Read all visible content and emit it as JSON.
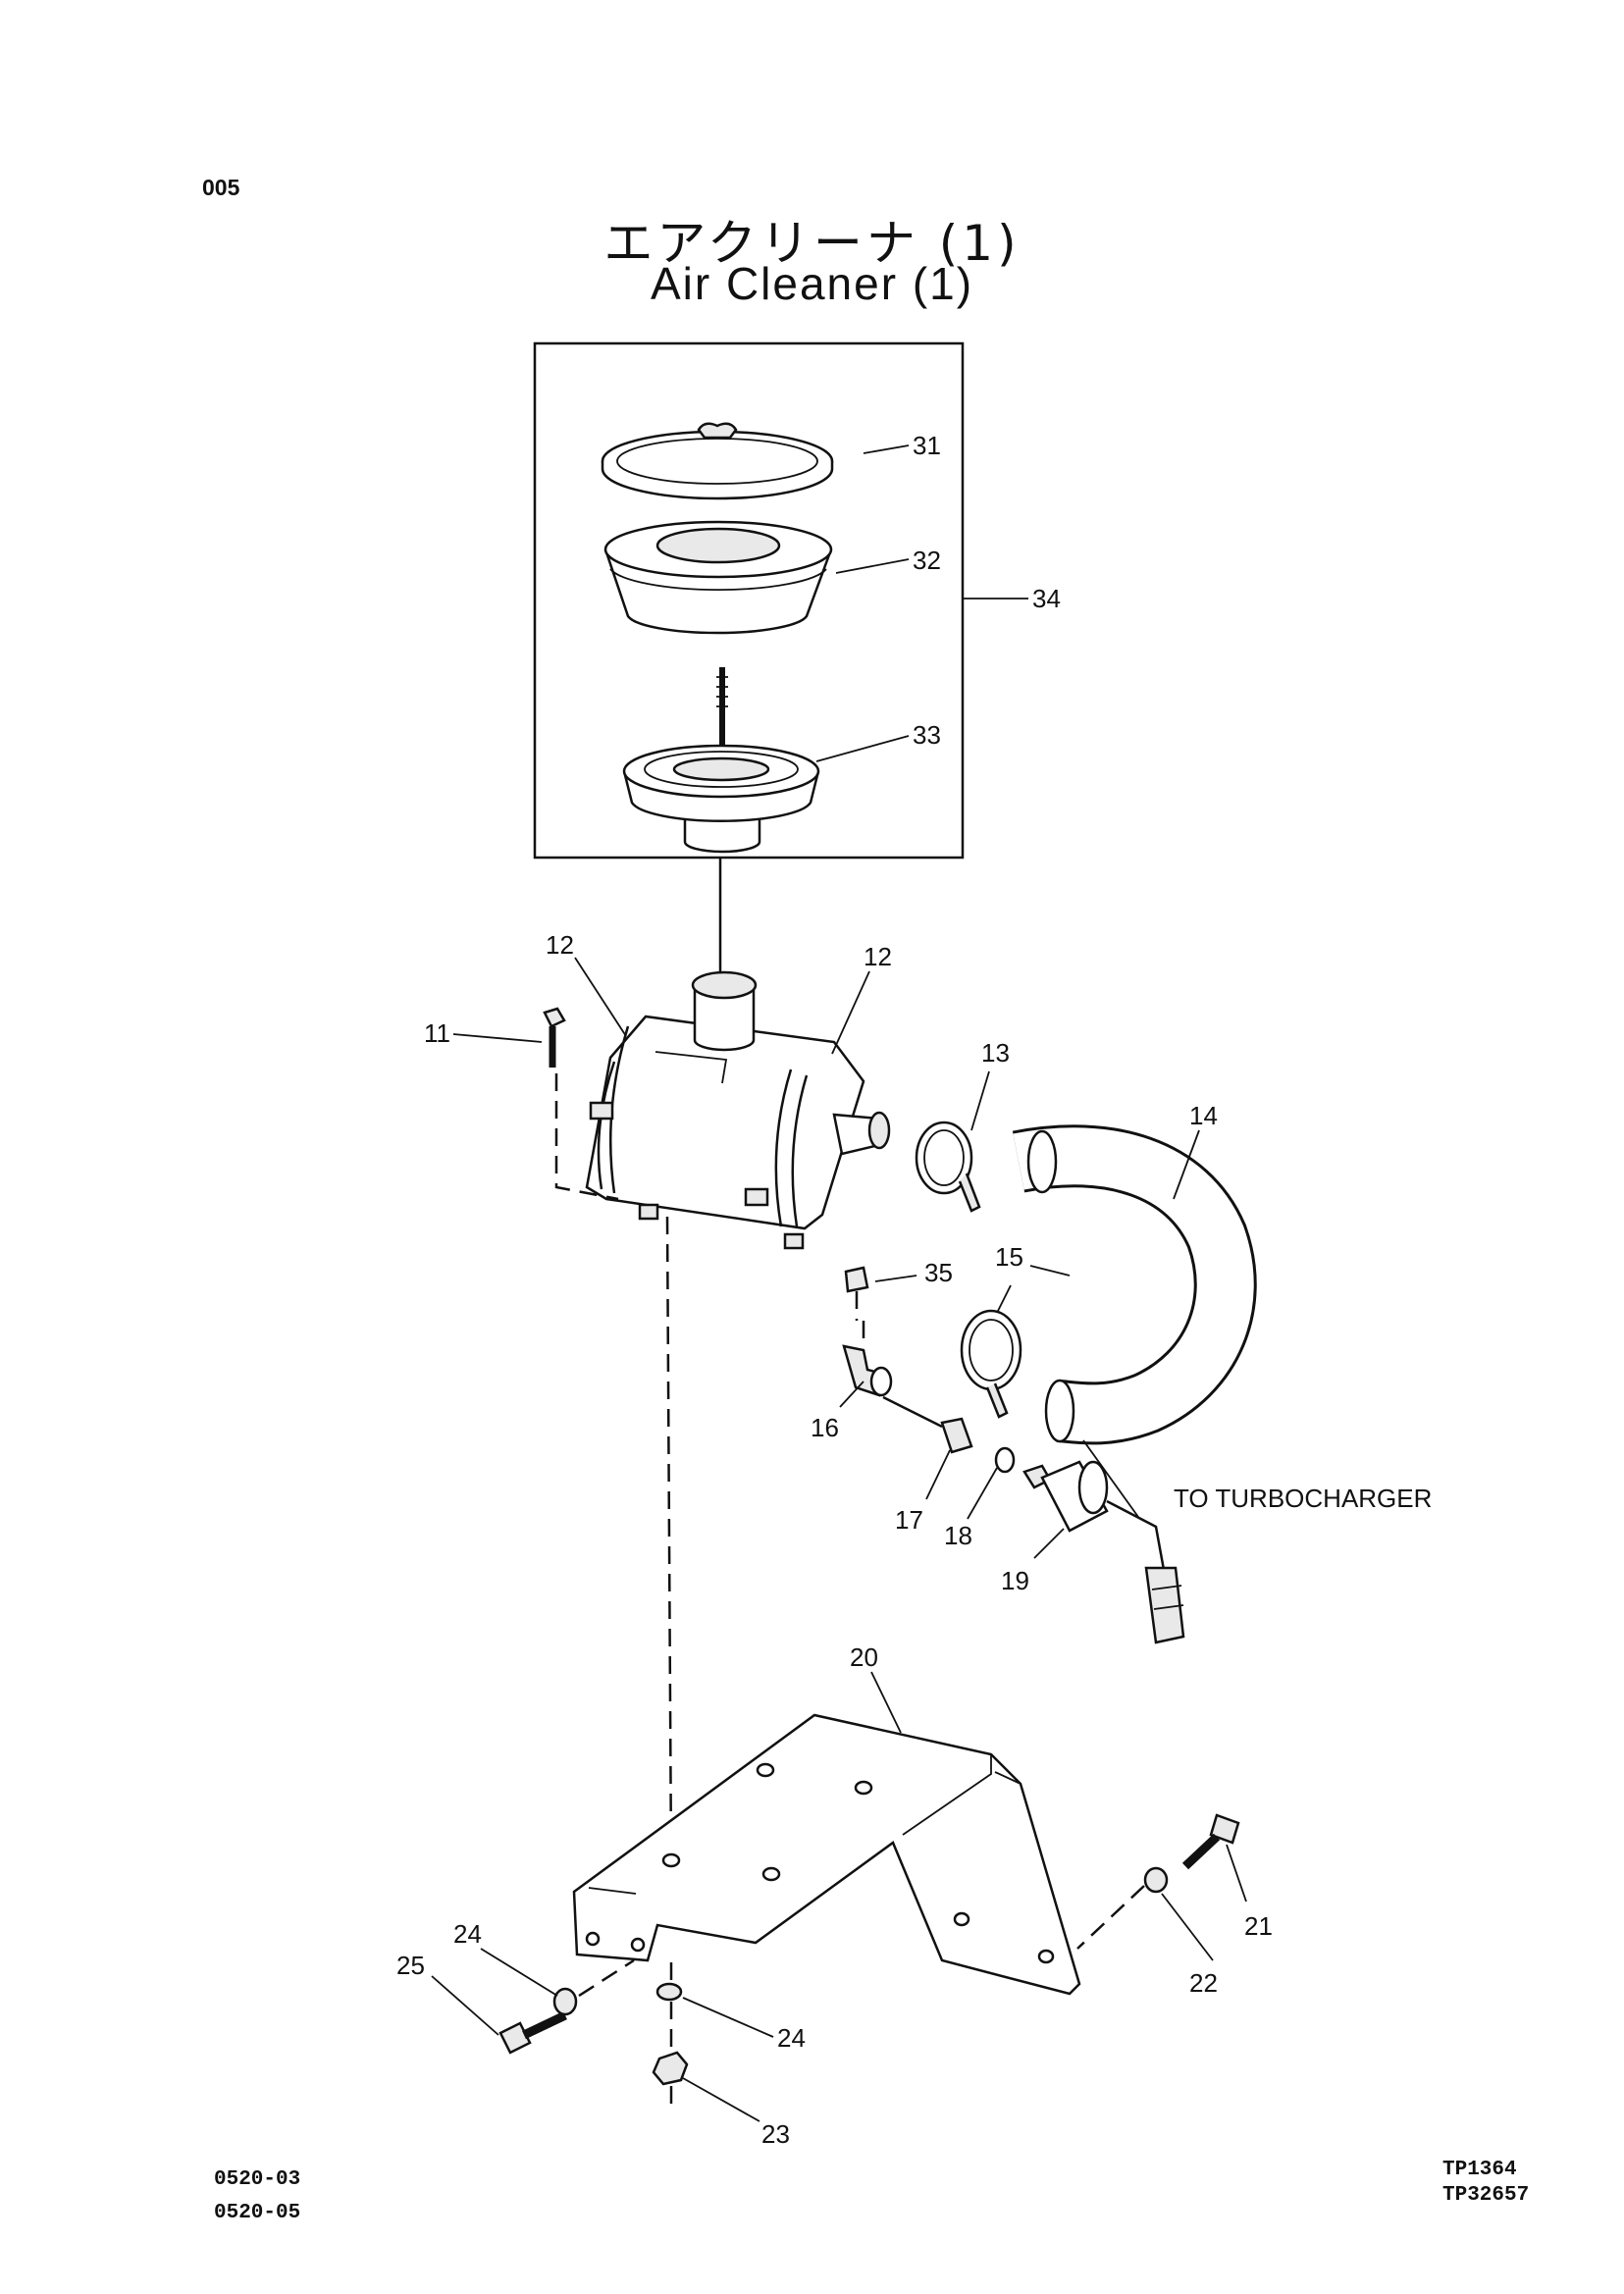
{
  "header": {
    "page_number": "005",
    "title_jp": "エアクリーナ (1)",
    "title_en": "Air Cleaner (1)"
  },
  "callouts": {
    "c11": "11",
    "c12a": "12",
    "c12b": "12",
    "c13": "13",
    "c14": "14",
    "c15": "15",
    "c16": "16",
    "c17": "17",
    "c18": "18",
    "c19": "19",
    "c20": "20",
    "c21": "21",
    "c22": "22",
    "c23": "23",
    "c24a": "24",
    "c24b": "24",
    "c25": "25",
    "c31": "31",
    "c32": "32",
    "c33": "33",
    "c34": "34",
    "c35": "35"
  },
  "annotations": {
    "turbo": "TO TURBOCHARGER"
  },
  "footer": {
    "left_line1": "0520-03",
    "left_line2": "0520-05",
    "right_line1": "TP1364",
    "right_line2": "TP32657"
  }
}
